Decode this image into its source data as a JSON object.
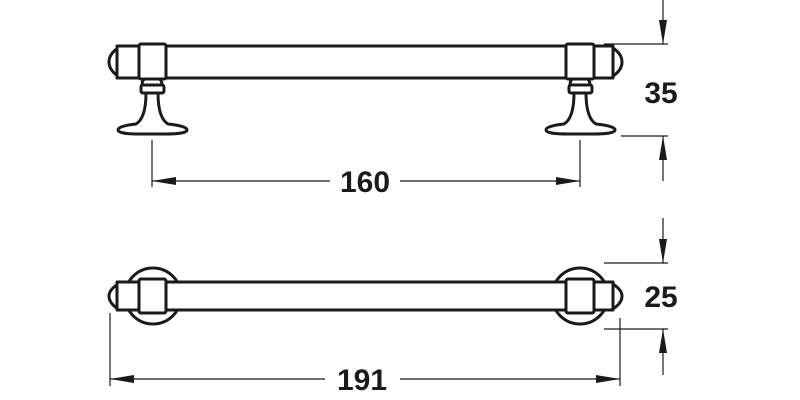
{
  "drawing": {
    "side_view": {
      "center_distance_label": "160",
      "height_label": "35"
    },
    "top_view": {
      "overall_length_label": "191",
      "depth_label": "25"
    },
    "line_color": "#1a1a1a"
  }
}
